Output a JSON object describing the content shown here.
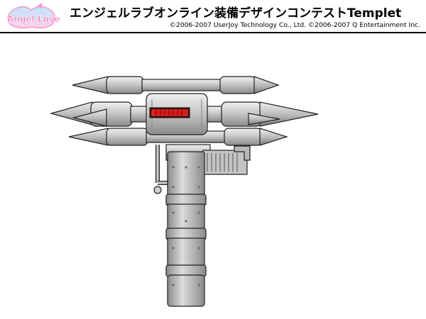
{
  "header": {
    "logo_text": "Angel Love",
    "title": "エンジェルラブオンライン装備デザインコンテストTemplet",
    "copyright": "©2006-2007 UserJoy Technology Co., Ltd. ©2006-2007 Q Entertainment Inc.",
    "rule_color": "#000000"
  },
  "artwork": {
    "subject": "hammer-weapon",
    "colors": {
      "metal_light": "#d8d8d8",
      "metal_mid": "#b4b4b4",
      "metal_dark": "#8c8c8c",
      "outline": "#222222",
      "display_red": "#d81818",
      "display_dark": "#5a0000",
      "logo_pink": "#f59ac8",
      "logo_blue": "#7cc0ec"
    }
  }
}
